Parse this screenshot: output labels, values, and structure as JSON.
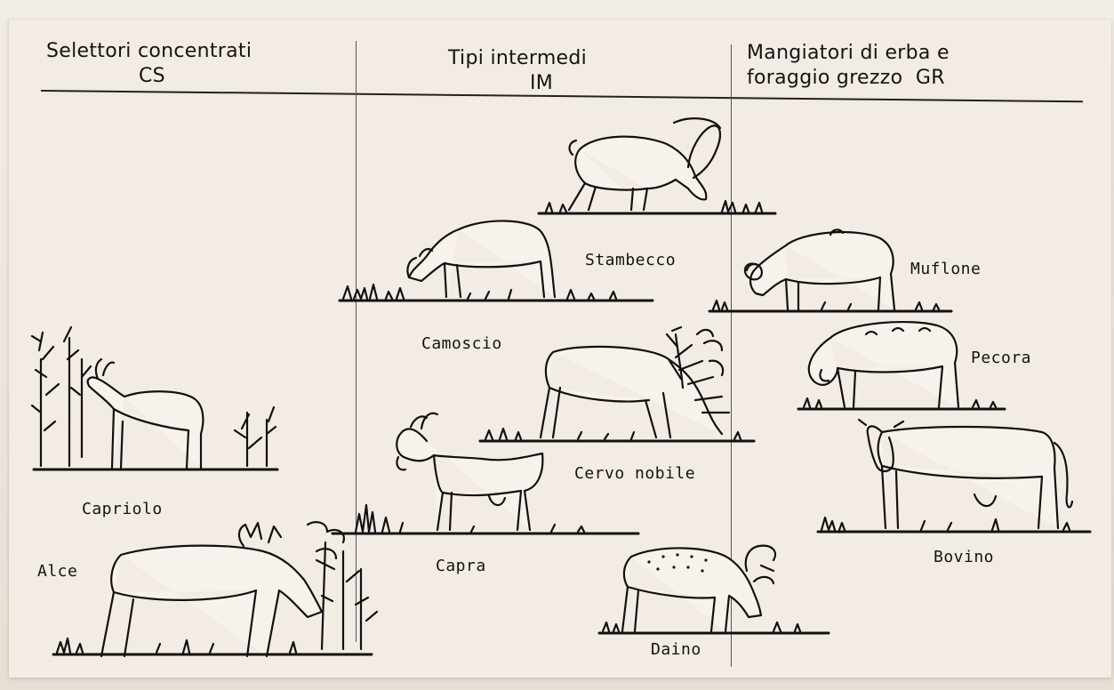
{
  "columns": [
    {
      "title_line1": "Selettori concentrati",
      "title_line2": "CS"
    },
    {
      "title_line1": "Tipi intermedi",
      "title_line2": "IM"
    },
    {
      "title_line1": "Mangiatori di erba e",
      "title_line2": "foraggio grezzo  GR"
    }
  ],
  "animals": {
    "stambecco": "Stambecco",
    "muflone": "Muflone",
    "camoscio": "Camoscio",
    "pecora": "Pecora",
    "cervo_nobile": "Cervo nobile",
    "capriolo": "Capriolo",
    "bovino": "Bovino",
    "alce": "Alce",
    "capra": "Capra",
    "daino": "Daino"
  },
  "icons": [
    "roe-deer",
    "moose",
    "ibex",
    "chamois",
    "red-deer",
    "goat",
    "fallow-deer",
    "mouflon",
    "sheep",
    "cattle"
  ]
}
